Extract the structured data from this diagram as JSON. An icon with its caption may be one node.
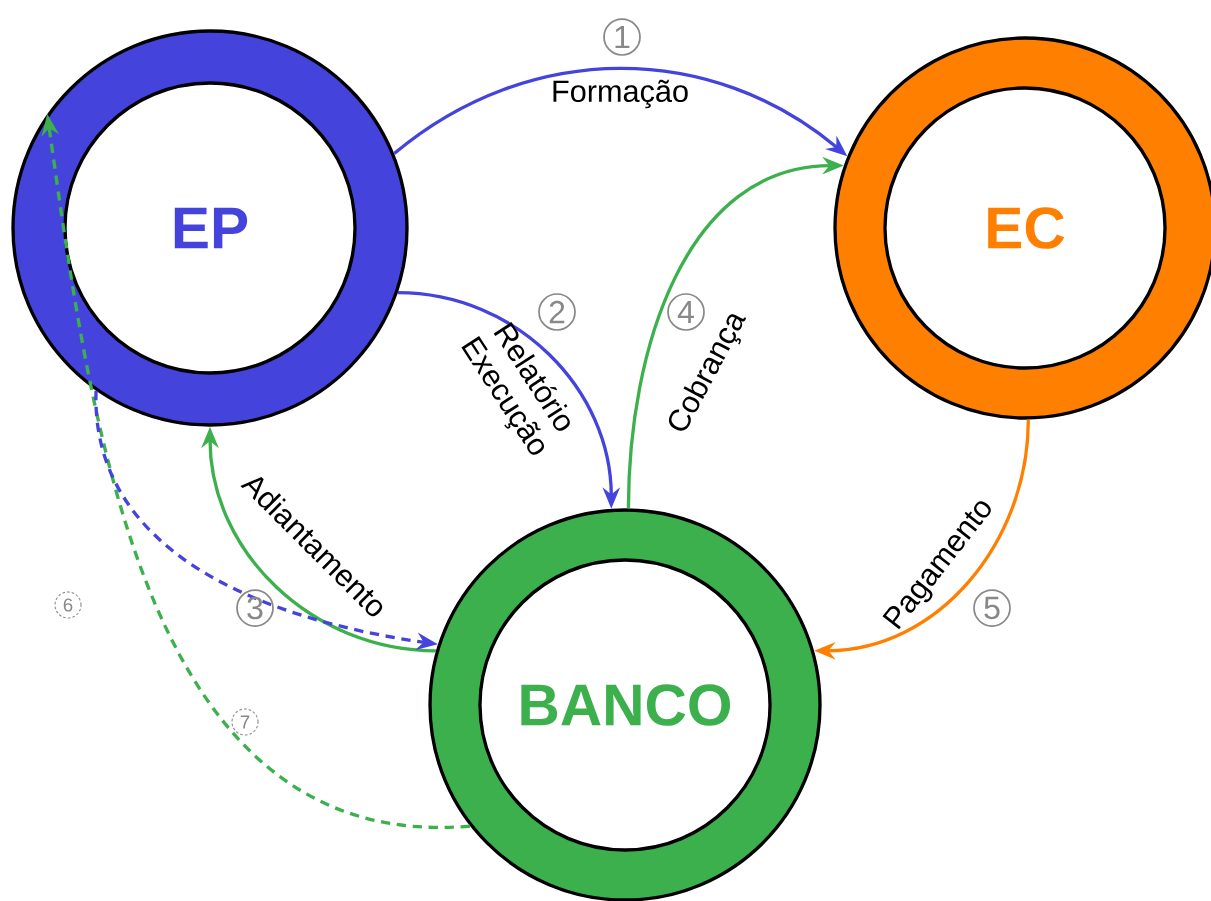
{
  "diagram": {
    "nodes": [
      {
        "text": [
          "EP"
        ]
      },
      {
        "text": [
          "EC"
        ]
      },
      {
        "text": [
          "BANCO"
        ]
      }
    ],
    "edges": [
      {
        "from": 0,
        "to": 1,
        "arrow": "to",
        "label": "Formação",
        "color": "#4444dd"
      },
      {
        "from": 0,
        "to": 2,
        "arrow": "to",
        "label": "Relatório Execução",
        "color": "#4444dd"
      },
      {
        "from": 2,
        "to": 0,
        "arrow": "to",
        "label": "Adiantamento",
        "color": "#3cb04c"
      },
      {
        "from": 2,
        "to": 1,
        "arrow": "to",
        "label": "Cobrança",
        "color": "#3cb04c"
      },
      {
        "from": 1,
        "to": 2,
        "arrow": "to",
        "label": "Pagamento",
        "color": "#ff7f00"
      },
      {
        "from": 2,
        "to": 0,
        "arrow": "to",
        "style": "dashed",
        "color": "#3cb04c"
      },
      {
        "from": 0,
        "to": 2,
        "arrow": "to",
        "style": "dashed",
        "color": "#4444dd"
      }
    ],
    "labels": [
      "1",
      "2",
      "3",
      "4",
      "5",
      "6",
      "7"
    ]
  }
}
